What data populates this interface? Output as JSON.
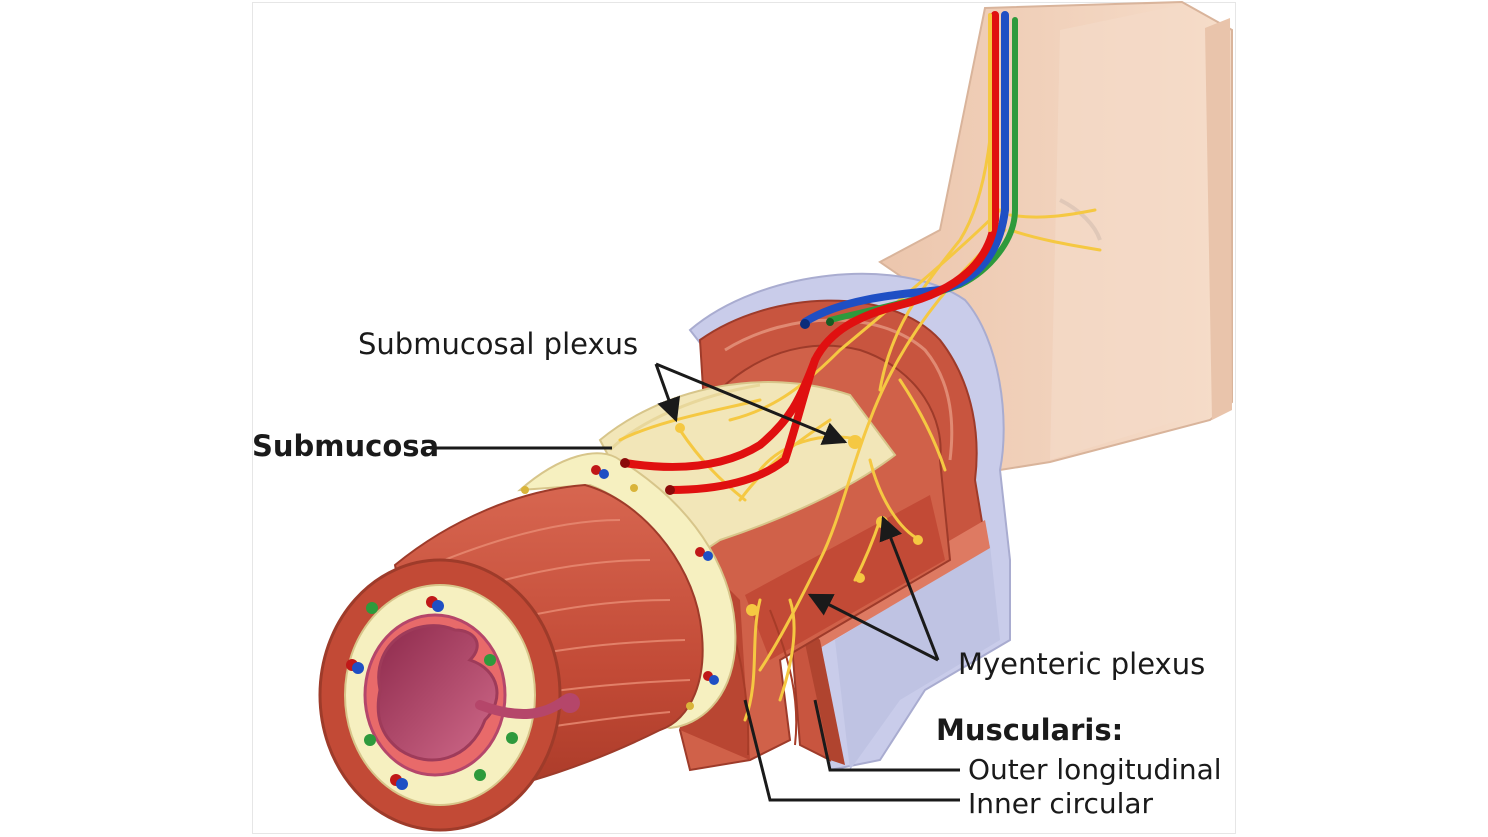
{
  "labels": {
    "submucosal_plexus": "Submucosal plexus",
    "submucosa": "Submucosa",
    "myenteric_plexus": "Myenteric plexus",
    "muscularis": "Muscularis:",
    "outer_longitudinal": "Outer longitudinal",
    "inner_circular": "Inner circular"
  },
  "colors": {
    "muscle": "#c8553f",
    "muscle_light": "#de7a62",
    "muscle_dark": "#9e3b2a",
    "submucosa": "#f2e6b8",
    "mucosa": "#b5466a",
    "serosa": "#c9ccea",
    "mesentery": "#f1d2bb",
    "artery": "#e01010",
    "vein": "#1f4fc4",
    "lymph": "#2e9a3c",
    "nerve": "#f5c842",
    "leader": "#1a1a1a"
  }
}
